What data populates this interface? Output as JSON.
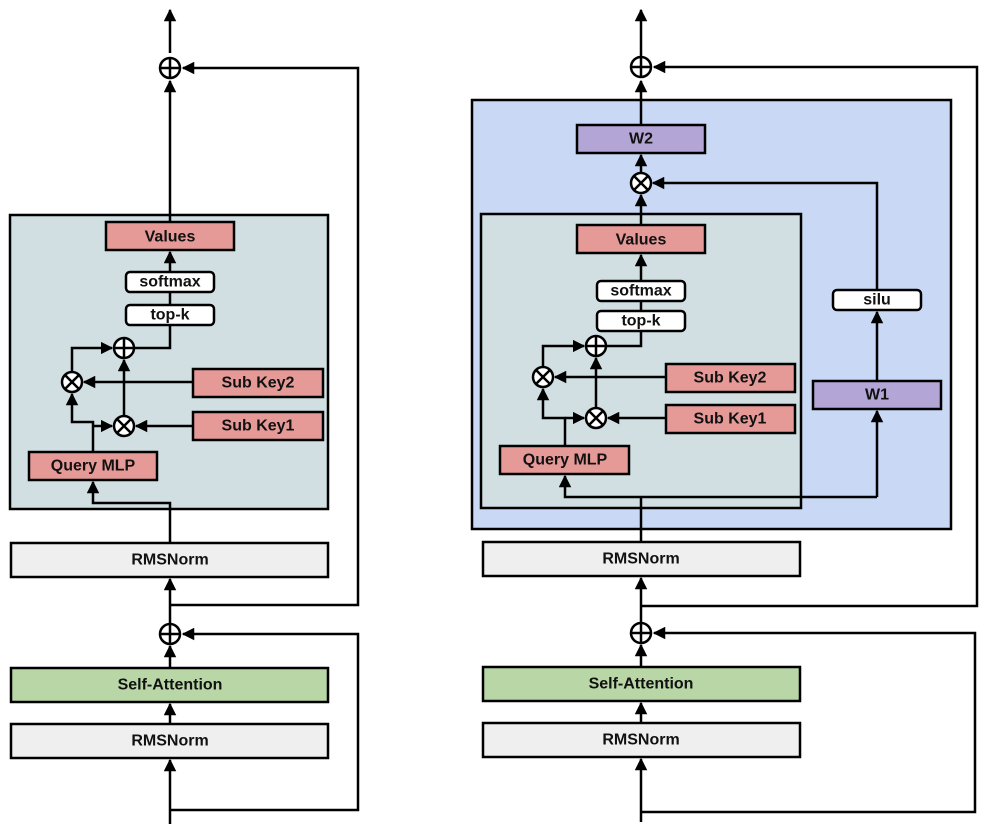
{
  "colors": {
    "container_outer": "#c9d9f5",
    "container_inner": "#d1dfe3",
    "memory_box": "#e59a98",
    "weight_box": "#b3a6d6",
    "attention_box": "#b9d6a6",
    "norm_box": "#efefef",
    "op_box": "#ffffff"
  },
  "left_diagram": {
    "values": "Values",
    "softmax": "softmax",
    "topk": "top-k",
    "sub_key2": "Sub Key2",
    "sub_key1": "Sub Key1",
    "query_mlp": "Query MLP",
    "rmsnorm_top": "RMSNorm",
    "self_attention": "Self-Attention",
    "rmsnorm_bottom": "RMSNorm"
  },
  "right_diagram": {
    "w2": "W2",
    "values": "Values",
    "softmax": "softmax",
    "topk": "top-k",
    "sub_key2": "Sub Key2",
    "sub_key1": "Sub Key1",
    "query_mlp": "Query MLP",
    "silu": "silu",
    "w1": "W1",
    "rmsnorm_top": "RMSNorm",
    "self_attention": "Self-Attention",
    "rmsnorm_bottom": "RMSNorm"
  },
  "operators": {
    "add": "⊕",
    "multiply": "⊗"
  }
}
